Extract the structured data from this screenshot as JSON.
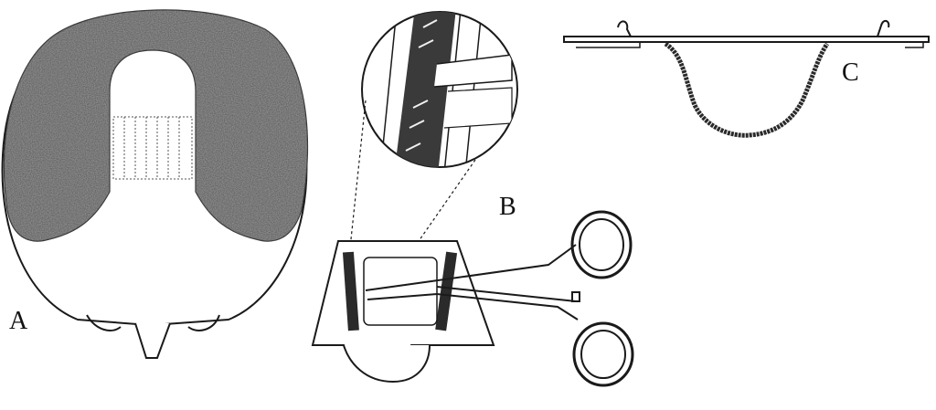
{
  "panels": {
    "a": {
      "label": "A"
    },
    "b": {
      "label": "B"
    },
    "c": {
      "label": "C"
    }
  },
  "colors": {
    "ink": "#1a1a1a",
    "hair_shade": "#6e6e6e",
    "paper": "#ffffff"
  }
}
